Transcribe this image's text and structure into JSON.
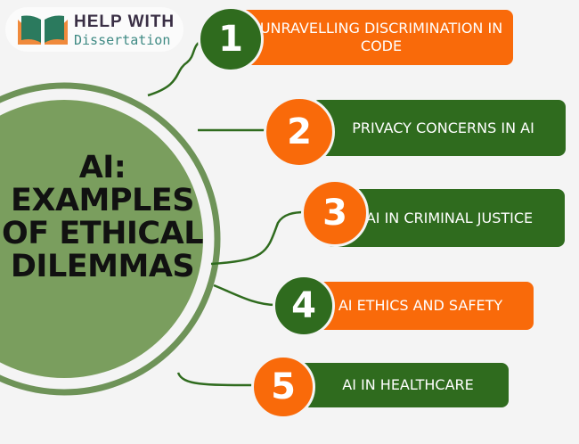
{
  "logo": {
    "line1": "HELP WITH",
    "line2": "Dissertation"
  },
  "title": "AI: EXAMPLES OF ETHICAL DILEMMAS",
  "items": [
    {
      "number": "1",
      "label": "Unravelling discrimination in code"
    },
    {
      "number": "2",
      "label": "Privacy concerns in AI"
    },
    {
      "number": "3",
      "label": "AI in criminal justice"
    },
    {
      "number": "4",
      "label": "AI ethics and safety"
    },
    {
      "number": "5",
      "label": "AI in healthcare"
    }
  ],
  "colors": {
    "orange": "#f96a0a",
    "dark_green": "#2f6b1e",
    "circle": "#7a9e5e"
  }
}
